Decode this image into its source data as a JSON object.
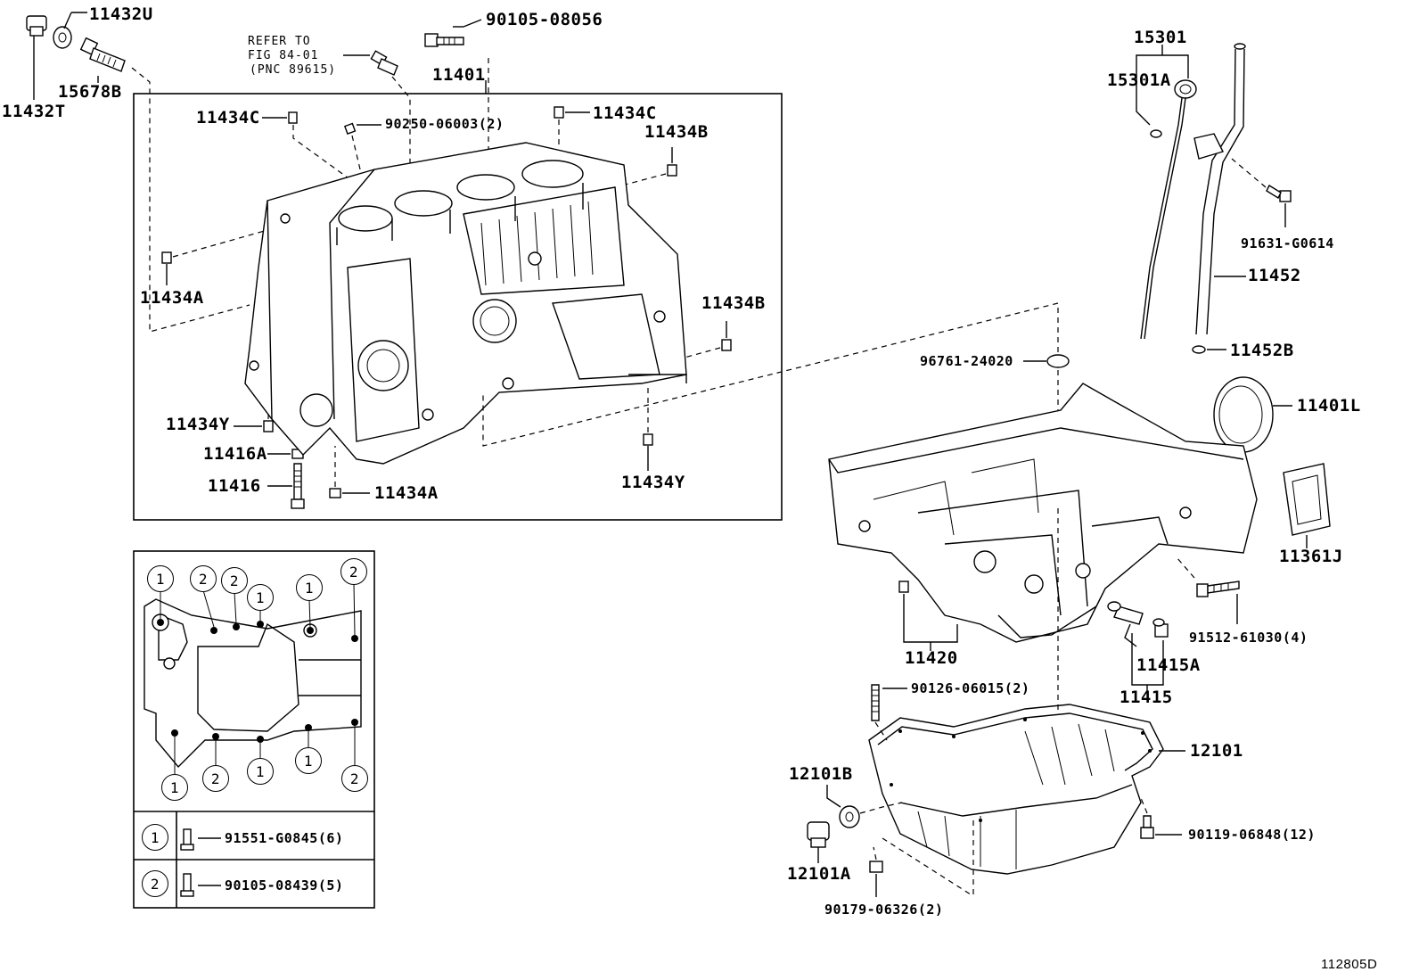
{
  "labels": {
    "p11432U": "11432U",
    "p11432T": "11432T",
    "p15678B": "15678B",
    "ref_line1": "REFER TO",
    "ref_line2": "FIG 84-01",
    "ref_line3": "(PNC 89615)",
    "p90105_08056": "90105-08056",
    "p11401": "11401",
    "p11434C_left": "11434C",
    "p90250_06003": "90250-06003(2)",
    "p11434C_right": "11434C",
    "p11434B_top": "11434B",
    "p11434A_left": "11434A",
    "p11434B_mid": "11434B",
    "p11434Y_left": "11434Y",
    "p11416A": "11416A",
    "p11416": "11416",
    "p11434A_bottom": "11434A",
    "p11434Y_right": "11434Y",
    "p15301": "15301",
    "p15301A": "15301A",
    "p91631_G0614": "91631-G0614",
    "p11452": "11452",
    "p11452B": "11452B",
    "p96761_24020": "96761-24020",
    "p11401L": "11401L",
    "p11361J": "11361J",
    "p91512_61030": "91512-61030(4)",
    "p11420": "11420",
    "p11415A": "11415A",
    "p11415": "11415",
    "p90126_06015": "90126-06015(2)",
    "p12101": "12101",
    "p12101B": "12101B",
    "p12101A": "12101A",
    "p90119_06848": "90119-06848(12)",
    "p90179_06326": "90179-06326(2)",
    "figure_id": "112805D"
  },
  "bolt_legend": [
    {
      "mark": "1",
      "part": "91551-G0845(6)"
    },
    {
      "mark": "2",
      "part": "90105-08439(5)"
    }
  ],
  "pattern_marks": {
    "top": [
      "1",
      "2",
      "2",
      "1",
      "1",
      "2"
    ],
    "bottom": [
      "1",
      "2",
      "1",
      "1",
      "2"
    ]
  }
}
